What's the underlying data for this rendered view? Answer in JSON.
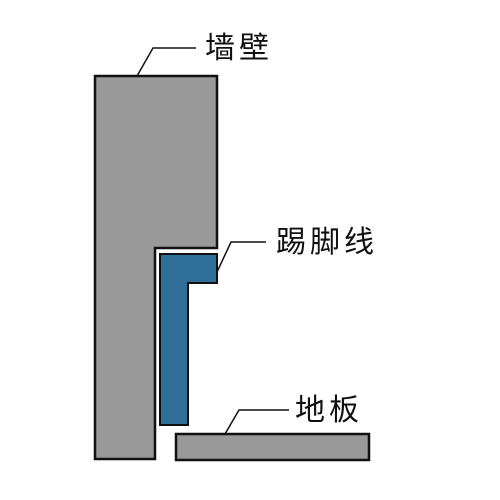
{
  "labels": {
    "wall": "墙壁",
    "skirting": "踢脚线",
    "floor": "地板"
  },
  "colors": {
    "wall_fill": "#999999",
    "floor_fill": "#999999",
    "skirting_fill": "#2f6f9a",
    "outline": "#111111",
    "background": "#ffffff"
  }
}
